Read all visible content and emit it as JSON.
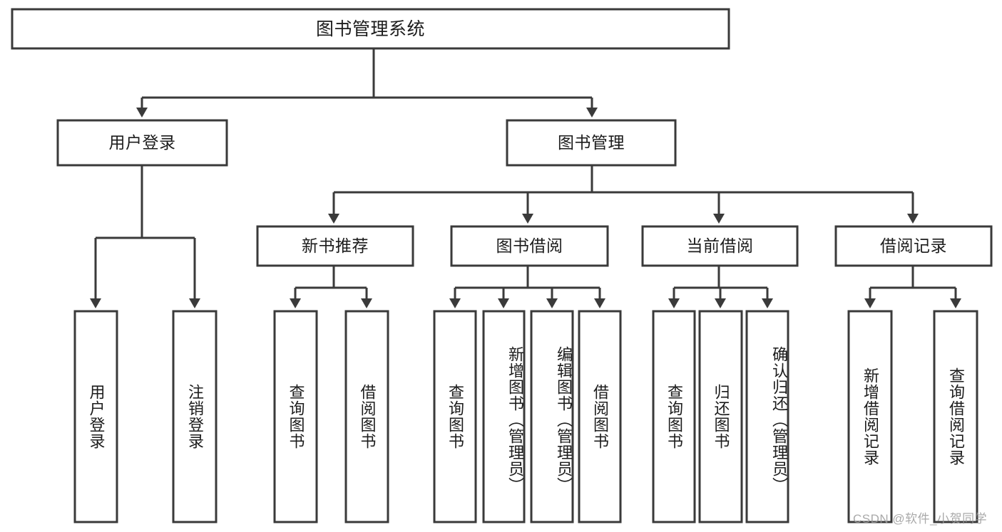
{
  "diagram": {
    "type": "tree-hierarchy",
    "title": "图书管理系统",
    "root": {
      "id": "root",
      "label": "图书管理系统",
      "orientation": "horizontal"
    },
    "level2": [
      {
        "id": "user-login",
        "label": "用户登录",
        "orientation": "horizontal"
      },
      {
        "id": "book-manage",
        "label": "图书管理",
        "orientation": "horizontal"
      }
    ],
    "level3": [
      {
        "id": "new-book-recommend",
        "label": "新书推荐",
        "orientation": "horizontal"
      },
      {
        "id": "book-borrow",
        "label": "图书借阅",
        "orientation": "horizontal"
      },
      {
        "id": "current-borrow",
        "label": "当前借阅",
        "orientation": "horizontal"
      },
      {
        "id": "borrow-record",
        "label": "借阅记录",
        "orientation": "horizontal"
      }
    ],
    "leaves": [
      {
        "id": "leaf-user-login",
        "label": "用户登录",
        "parent": "user-login",
        "orientation": "vertical"
      },
      {
        "id": "leaf-user-logout",
        "label": "注销登录",
        "parent": "user-login",
        "orientation": "vertical"
      },
      {
        "id": "leaf-query-book-1",
        "label": "查询图书",
        "parent": "new-book-recommend",
        "orientation": "vertical"
      },
      {
        "id": "leaf-borrow-book-1",
        "label": "借阅图书",
        "parent": "new-book-recommend",
        "orientation": "vertical"
      },
      {
        "id": "leaf-query-book-2",
        "label": "查询图书",
        "parent": "book-borrow",
        "orientation": "vertical"
      },
      {
        "id": "leaf-add-book",
        "label": "新增图书（管理员）",
        "parent": "book-borrow",
        "orientation": "vertical"
      },
      {
        "id": "leaf-edit-book",
        "label": "编辑图书（管理员）",
        "parent": "book-borrow",
        "orientation": "vertical"
      },
      {
        "id": "leaf-borrow-book-2",
        "label": "借阅图书",
        "parent": "book-borrow",
        "orientation": "vertical"
      },
      {
        "id": "leaf-query-book-3",
        "label": "查询图书",
        "parent": "current-borrow",
        "orientation": "vertical"
      },
      {
        "id": "leaf-return-book",
        "label": "归还图书",
        "parent": "current-borrow",
        "orientation": "vertical"
      },
      {
        "id": "leaf-confirm-return",
        "label": "确认归还（管理员）",
        "parent": "current-borrow",
        "orientation": "vertical"
      },
      {
        "id": "leaf-add-record",
        "label": "新增借阅记录",
        "parent": "borrow-record",
        "orientation": "vertical"
      },
      {
        "id": "leaf-query-record",
        "label": "查询借阅记录",
        "parent": "borrow-record",
        "orientation": "vertical"
      }
    ],
    "colors": {
      "box_fill": "#ffffff",
      "box_stroke": "#3a3a3a",
      "text": "#1c1c1c",
      "background": "#ffffff",
      "watermark": "#9b9b9b"
    }
  },
  "watermark": {
    "text": "CSDN @软件_小贺同学"
  }
}
